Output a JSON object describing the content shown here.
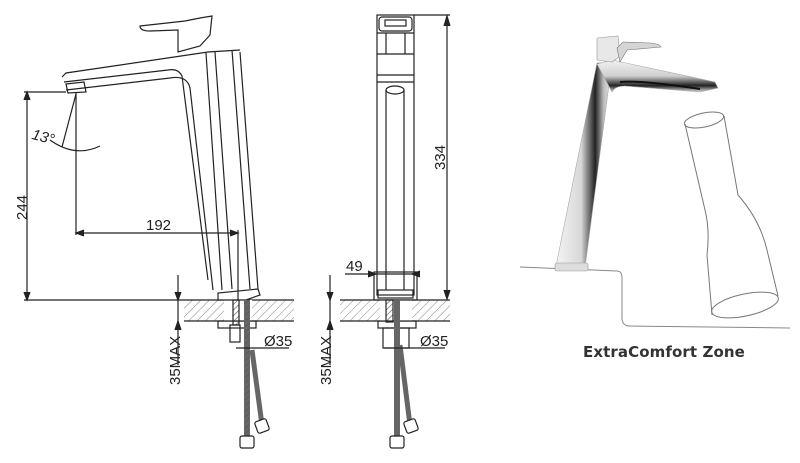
{
  "side_view": {
    "height_label": "244",
    "reach_label": "192",
    "angle_label": "13°",
    "deck_label": "35MAX",
    "hole_label": "Ø35"
  },
  "front_view": {
    "total_height_label": "334",
    "width_label": "49",
    "deck_label": "35MAX",
    "hole_label": "Ø35"
  },
  "illustration": {
    "caption": "ExtraComfort Zone"
  },
  "colors": {
    "line": "#222222",
    "hatch": "#888888",
    "background": "#ffffff"
  }
}
